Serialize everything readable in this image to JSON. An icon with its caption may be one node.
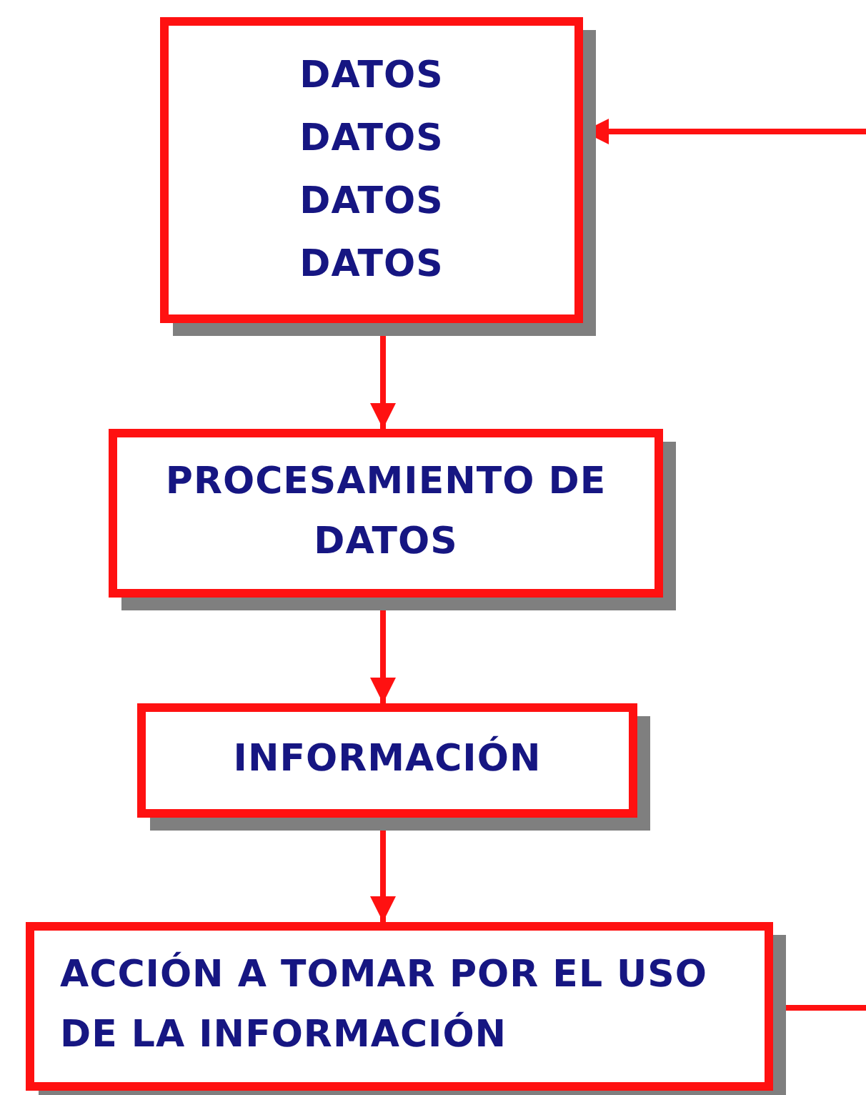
{
  "diagram": {
    "nodes": [
      {
        "text": [
          "DATOS",
          "DATOS",
          "DATOS",
          "DATOS"
        ]
      },
      {
        "text": [
          "PROCESAMIENTO DE DATOS"
        ]
      },
      {
        "text": [
          "INFORMACIÓN"
        ]
      },
      {
        "text": [
          "ACCIÓN A TOMAR POR EL USO DE LA INFORMACIÓN"
        ]
      }
    ],
    "edges": [
      {
        "from": 0,
        "to": 1,
        "arrow": "to"
      },
      {
        "from": 1,
        "to": 2,
        "arrow": "to"
      },
      {
        "from": 2,
        "to": 3,
        "arrow": "to"
      },
      {
        "from": 3,
        "to": null,
        "arrow": "none"
      },
      {
        "from": null,
        "to": 0,
        "arrow": "to"
      }
    ]
  }
}
